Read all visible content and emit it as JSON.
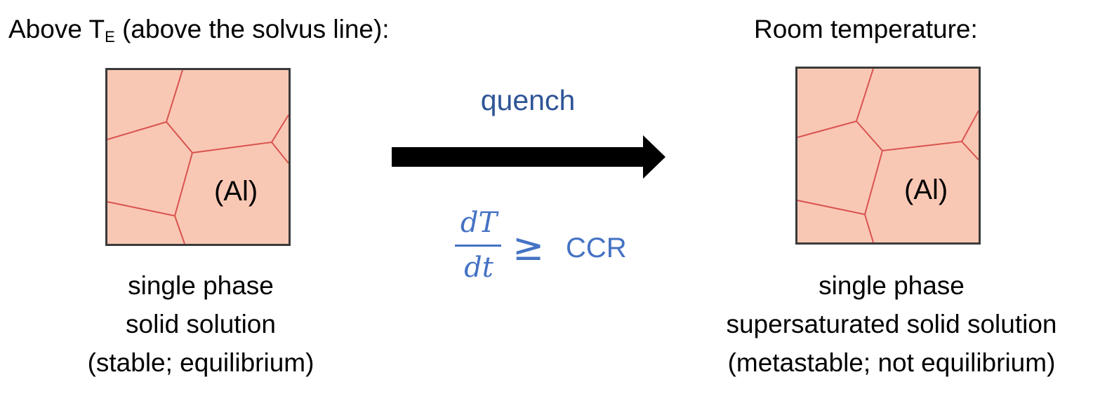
{
  "left": {
    "heading_main": "Above T",
    "heading_sub": "E",
    "heading_tail": " (above the solvus line):",
    "phase_label": "(Al)",
    "caption": [
      "single phase",
      "solid solution",
      "(stable; equilibrium)"
    ]
  },
  "right": {
    "heading": "Room temperature:",
    "phase_label": "(Al)",
    "caption": [
      "single phase",
      "supersaturated solid solution",
      "(metastable; not equilibrium)"
    ]
  },
  "process": {
    "label": "quench",
    "rate_numerator": "dT",
    "rate_denominator": "dt",
    "relation": "≥",
    "rate_threshold": "CCR"
  },
  "colors": {
    "grain_fill": "#f9c8b4",
    "grain_boundary": "#d9534f",
    "box_border": "#3a3a3a",
    "quench_text": "#2f5597",
    "equation_text": "#4472c4",
    "arrow": "#000000"
  }
}
